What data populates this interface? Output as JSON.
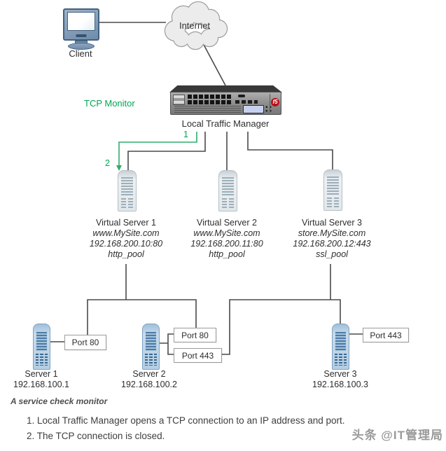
{
  "diagram": {
    "client": {
      "label": "Client"
    },
    "internet": {
      "label": "Internet"
    },
    "monitor_label": "TCP Monitor",
    "ltm": {
      "label": "Local Traffic Manager",
      "logo": "f5"
    },
    "step_markers": {
      "one": "1",
      "two": "2"
    },
    "virtual_servers": [
      {
        "name": "Virtual Server 1",
        "domain": "www.MySite.com",
        "address": "192.168.200.10:80",
        "pool": "http_pool"
      },
      {
        "name": "Virtual Server 2",
        "domain": "www.MySite.com",
        "address": "192.168.200.11:80",
        "pool": "http_pool"
      },
      {
        "name": "Virtual Server 3",
        "domain": "store.MySite.com",
        "address": "192.168.200.12:443",
        "pool": "ssl_pool"
      }
    ],
    "servers": [
      {
        "name": "Server 1",
        "ip": "192.168.100.1"
      },
      {
        "name": "Server 2",
        "ip": "192.168.100.2"
      },
      {
        "name": "Server 3",
        "ip": "192.168.100.3"
      }
    ],
    "port_boxes": [
      {
        "label": "Port 80"
      },
      {
        "label": "Port 80"
      },
      {
        "label": "Port 443"
      },
      {
        "label": "Port 443"
      }
    ]
  },
  "caption": {
    "title": "A service check monitor",
    "steps": [
      "1. Local Traffic Manager opens a TCP connection to an IP address and port.",
      "2. The TCP connection is closed."
    ]
  },
  "watermark": "头条 @IT管理局",
  "colors": {
    "accent_green": "#00A651",
    "line_gray": "#4A4A4A",
    "f5_red": "#B6121B",
    "server_blue": "#B3CDE3",
    "virtual_server_gray": "#E8EDEF",
    "cloud_fill": "#ECECEC"
  }
}
